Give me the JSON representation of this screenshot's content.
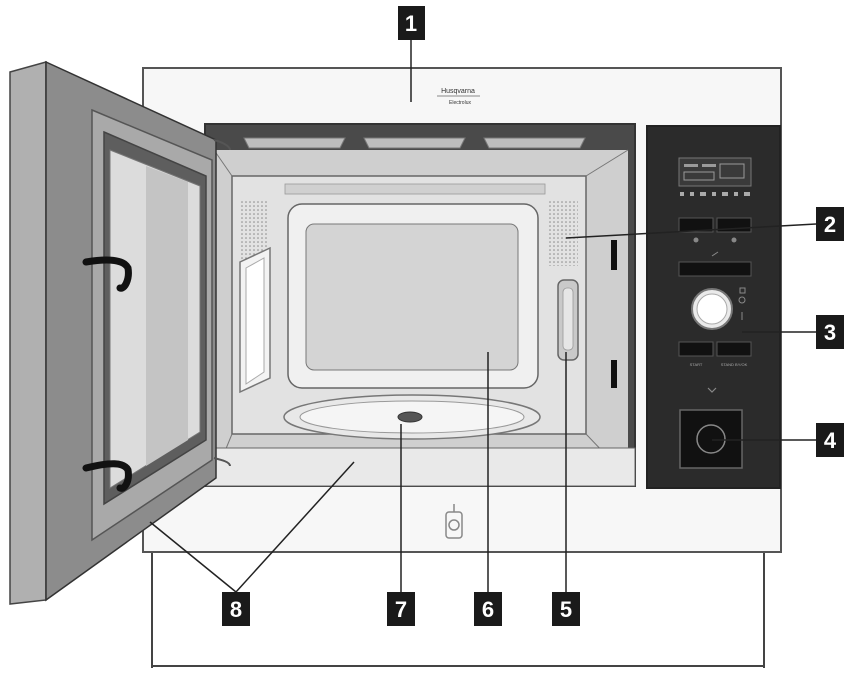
{
  "brand": {
    "name": "Husqvarna",
    "subname": "Electrolux"
  },
  "control_panel": {
    "button_labels": [
      "START",
      "STAND BY/OK"
    ]
  },
  "callouts": [
    {
      "id": "1",
      "label": "1"
    },
    {
      "id": "2",
      "label": "2"
    },
    {
      "id": "3",
      "label": "3"
    },
    {
      "id": "4",
      "label": "4"
    },
    {
      "id": "5",
      "label": "5"
    },
    {
      "id": "6",
      "label": "6"
    },
    {
      "id": "7",
      "label": "7"
    },
    {
      "id": "8",
      "label": "8"
    }
  ],
  "colors": {
    "callout_fill": "#1a1a1a",
    "callout_text": "#ffffff",
    "panel": "#2b2b2b",
    "cavity": "#d9d9d9",
    "door_frame": "#8c8c8c"
  }
}
